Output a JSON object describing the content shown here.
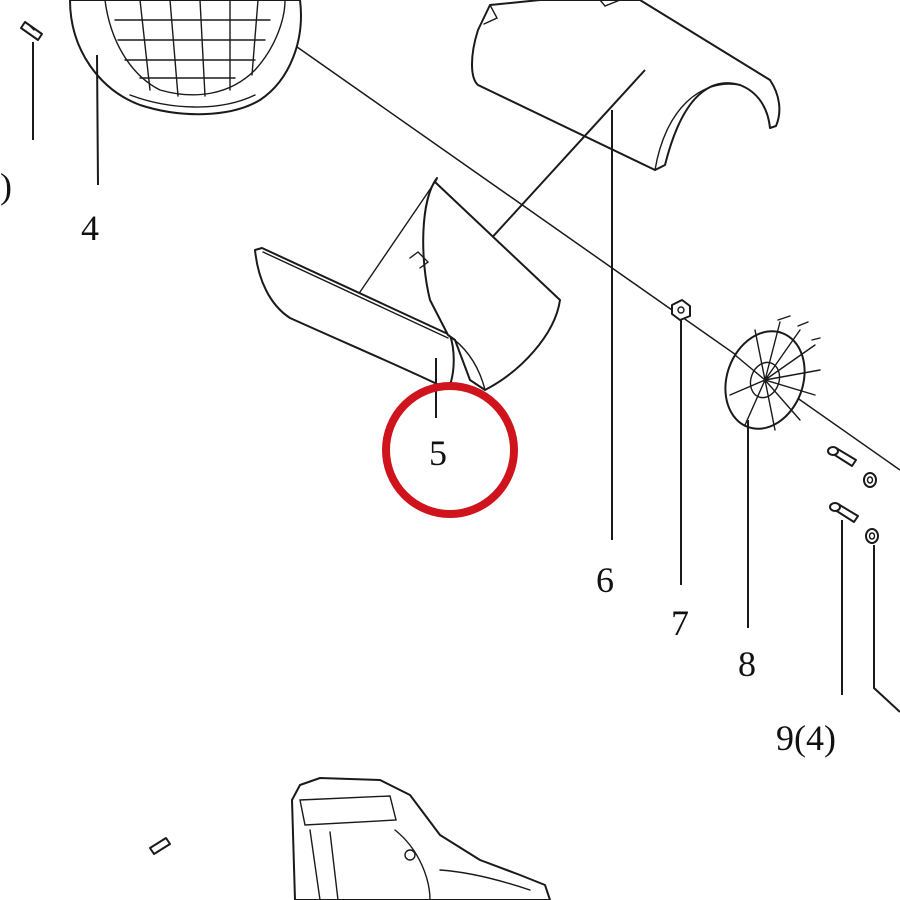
{
  "diagram": {
    "labels": {
      "p3_partial": ")",
      "p4": "4",
      "p5": "5",
      "p6": "6",
      "p7": "7",
      "p8": "8",
      "p9": "9(4)"
    },
    "highlight": {
      "target": "5",
      "color": "#d0141d"
    }
  }
}
